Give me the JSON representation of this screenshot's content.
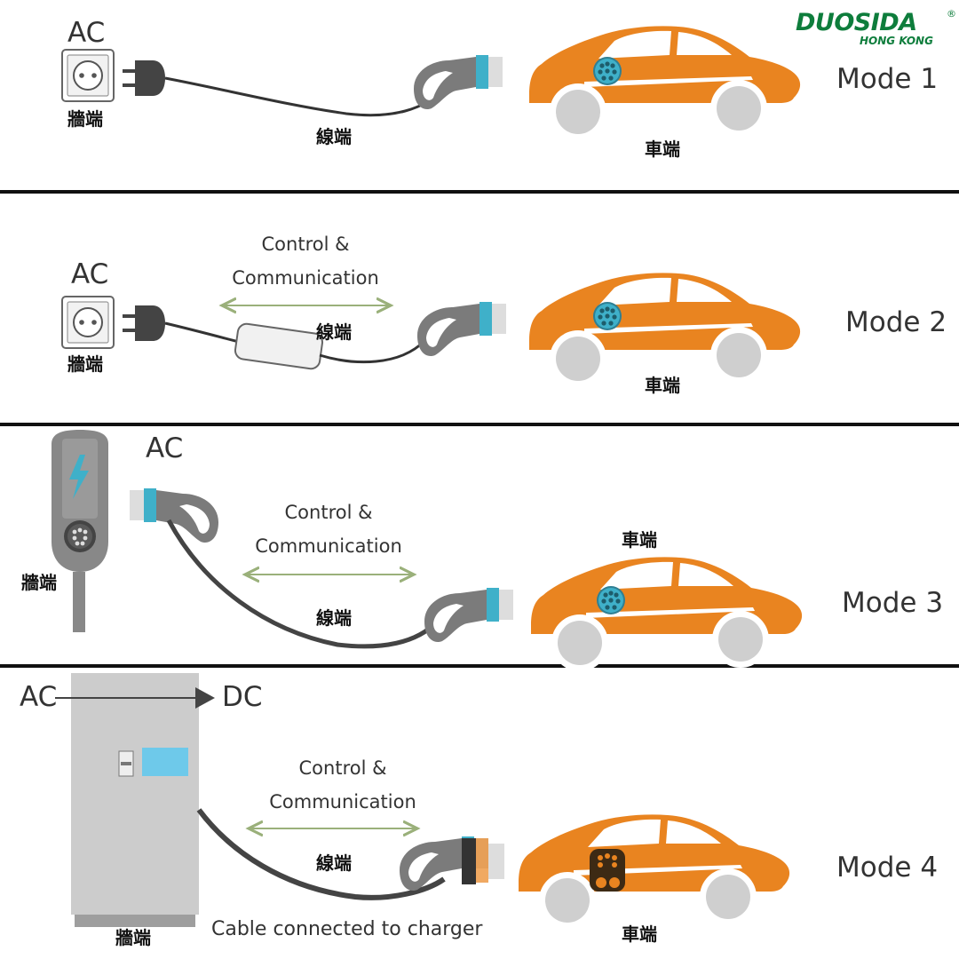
{
  "brand": {
    "name": "DUOSIDA",
    "region": "HONG KONG",
    "reg_mark": "®"
  },
  "colors": {
    "car": "#e98420",
    "wheel": "#cfcfcf",
    "inlet": "#3fb0c9",
    "arrow": "#9ab07a",
    "charger": "#cccccc",
    "screen": "#6ec9ea",
    "divider": "#111111"
  },
  "labels": {
    "wall": "牆端",
    "cable": "線端",
    "vehicle": "車端",
    "ac": "AC",
    "dc": "DC",
    "control_line1": "Control &",
    "control_line2": "Communication",
    "cable_caption": "Cable connected to charger"
  },
  "modes": [
    {
      "label": "Mode 1"
    },
    {
      "label": "Mode 2"
    },
    {
      "label": "Mode 3"
    },
    {
      "label": "Mode 4"
    }
  ],
  "icons": [
    "wall-socket-icon",
    "plug-icon",
    "connector-icon",
    "car-icon",
    "control-box-icon",
    "wallbox-icon",
    "lightning-icon",
    "dc-charger-icon"
  ]
}
